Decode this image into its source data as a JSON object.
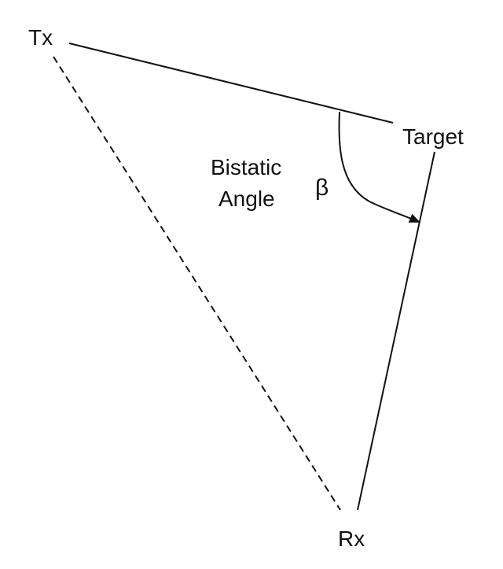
{
  "diagram": {
    "nodes": {
      "tx": "Tx",
      "target": "Target",
      "rx": "Rx"
    },
    "angle_label": {
      "line1": "Bistatic",
      "line2": "Angle"
    },
    "angle_symbol": "β",
    "edges": [
      {
        "from": "tx",
        "to": "target",
        "style": "solid"
      },
      {
        "from": "target",
        "to": "rx",
        "style": "solid"
      },
      {
        "from": "tx",
        "to": "rx",
        "style": "dashed"
      }
    ]
  }
}
